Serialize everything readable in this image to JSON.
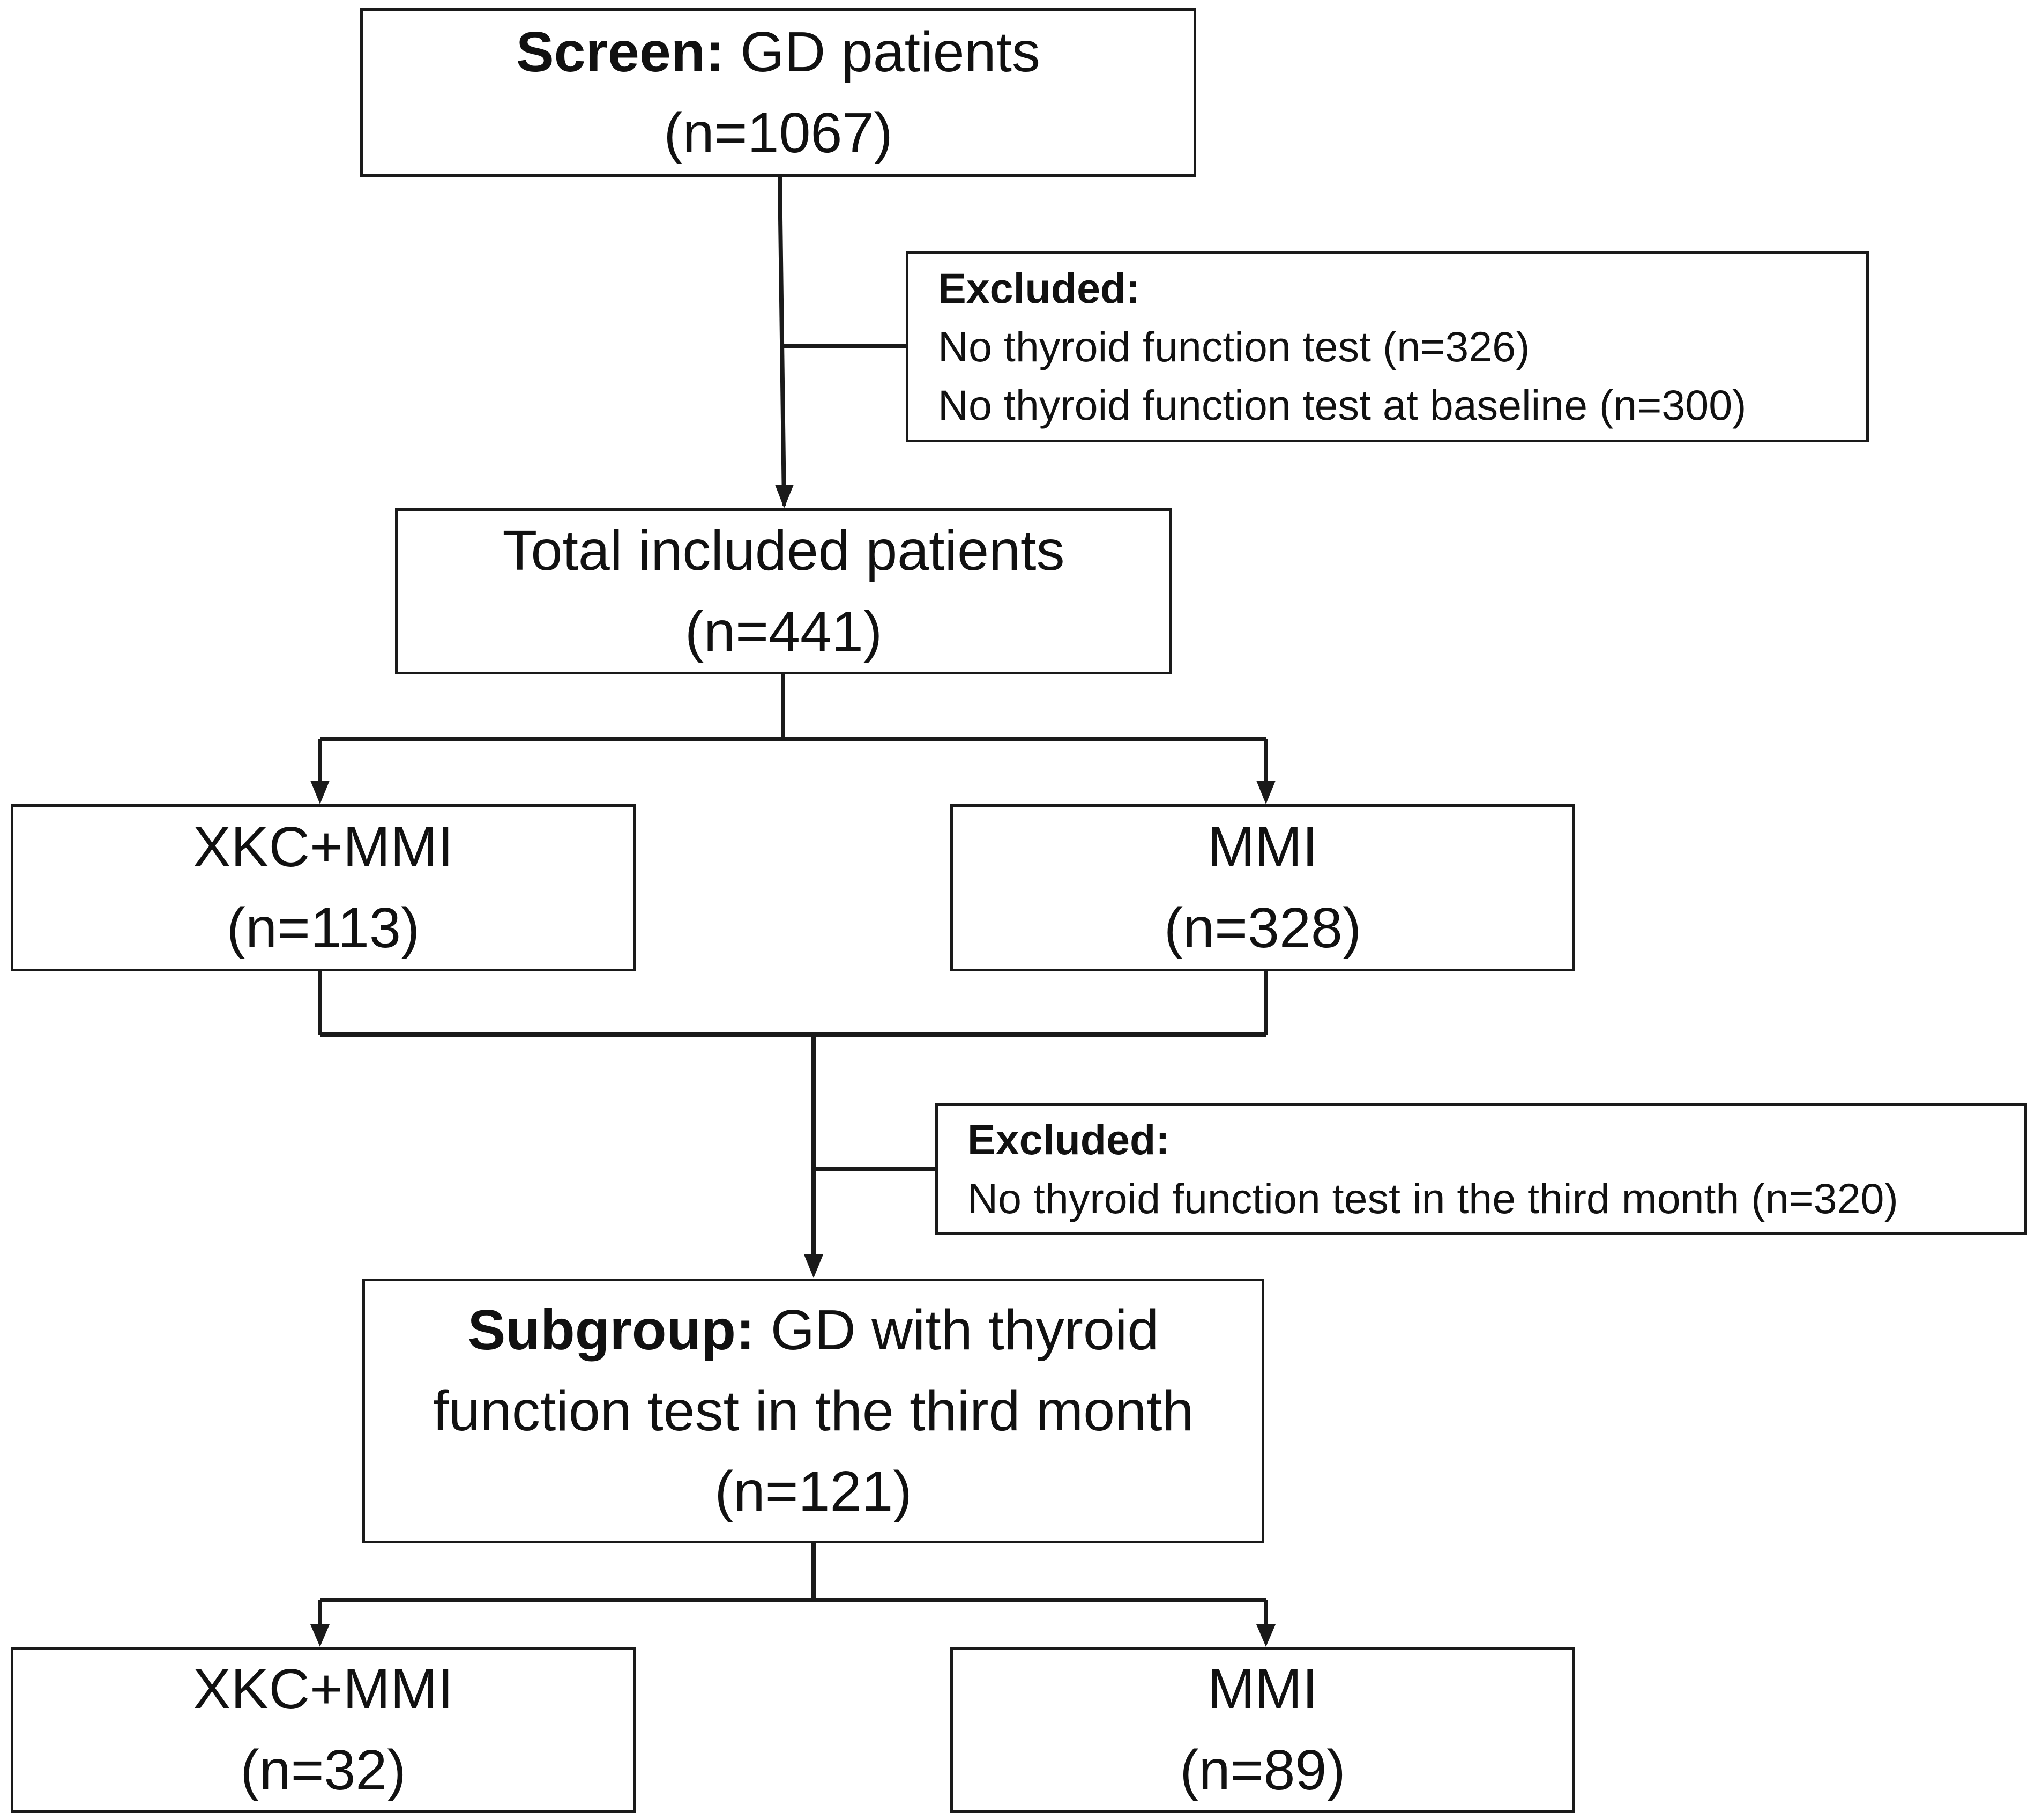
{
  "screen": {
    "bold": "Screen:",
    "label": " GD patients",
    "n": "(n=1067)"
  },
  "exclusion1": {
    "heading": "Excluded:",
    "items": [
      "No thyroid function test (n=326)",
      "No thyroid function test at baseline  (n=300)"
    ]
  },
  "total": {
    "label": "Total included patients",
    "n": "(n=441)"
  },
  "arm1": {
    "label": "XKC+MMI",
    "n": "(n=113)"
  },
  "arm2": {
    "label": "MMI",
    "n": "(n=328)"
  },
  "exclusion2": {
    "heading": "Excluded:",
    "items": [
      "No thyroid function test in the third month (n=320)"
    ]
  },
  "subgroup": {
    "bold": "Subgroup:",
    "line1": " GD with thyroid",
    "line2": "function test in the third month",
    "n": "(n=121)"
  },
  "sub_arm1": {
    "label": "XKC+MMI",
    "n": "(n=32)"
  },
  "sub_arm2": {
    "label": "MMI",
    "n": "(n=89)"
  }
}
